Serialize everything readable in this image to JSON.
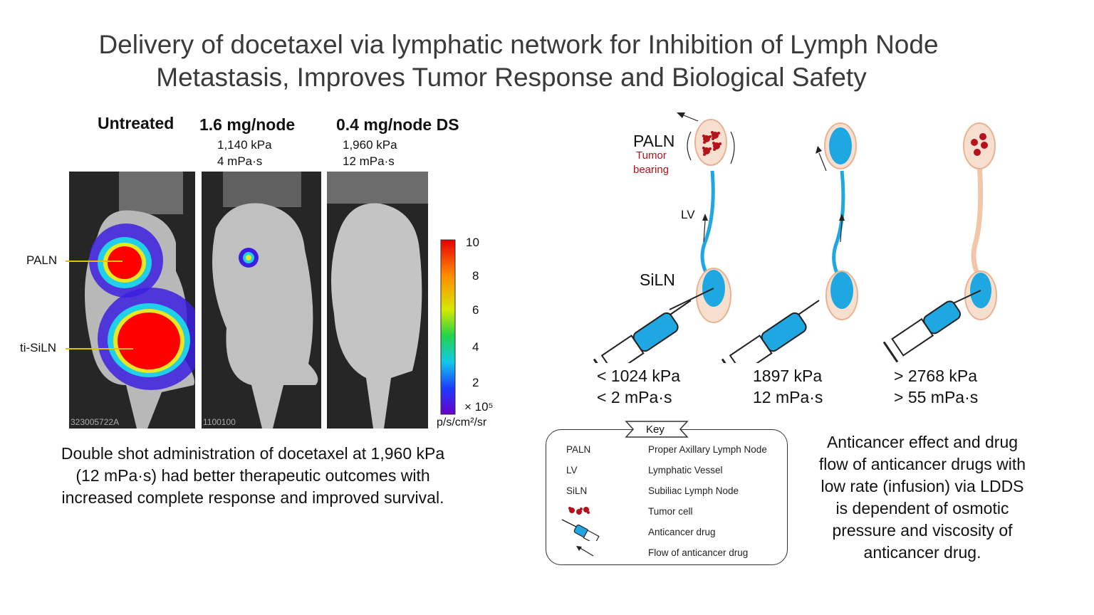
{
  "title": {
    "line1": "Delivery of docetaxel via lymphatic network for Inhibition of Lymph Node",
    "line2": "Metastasis, Improves Tumor Response and Biological Safety"
  },
  "panels": [
    {
      "heading": "Untreated",
      "line1": "",
      "line2": ""
    },
    {
      "heading": "1.6 mg/node",
      "line1": "1,140 kPa",
      "line2": "4 mPa·s"
    },
    {
      "heading": "0.4 mg/node DS",
      "line1": "1,960 kPa",
      "line2": "12 mPa·s"
    }
  ],
  "side_labels": {
    "paln": "PALN",
    "tisiln": "ti-SiLN"
  },
  "panel_ids": {
    "p1": "323005722A",
    "p2": "1100100"
  },
  "scale": {
    "ticks": [
      "10",
      "8",
      "6",
      "4",
      "2"
    ],
    "multiplier": "× 10⁵",
    "unit": "p/s/cm²/sr"
  },
  "left_caption": {
    "line1": "Double shot administration of docetaxel at 1,960 kPa",
    "line2": "(12 mPa·s) had better therapeutic outcomes with",
    "line3": "increased complete response and improved survival."
  },
  "diagram": {
    "paln": "PALN",
    "tumor_l1": "Tumor",
    "tumor_l2": "bearing",
    "lv": "LV",
    "siln": "SiLN",
    "conditions": [
      {
        "pressure": "< 1024 kPa",
        "viscosity": "< 2 mPa·s"
      },
      {
        "pressure": "1897 kPa",
        "viscosity": "12 mPa·s"
      },
      {
        "pressure": "> 2768 kPa",
        "viscosity": "> 55 mPa·s"
      }
    ],
    "colors": {
      "lymph": "#1ea7e1",
      "node_fill": "#f7dfd0",
      "node_border": "#e8b394",
      "tumor": "#b5121b",
      "vessel_off": "#f2c6a8"
    }
  },
  "key": {
    "title": "Key",
    "rows": [
      {
        "term": "PALN",
        "desc": "Proper Axillary Lymph Node",
        "icon": ""
      },
      {
        "term": "LV",
        "desc": "Lymphatic Vessel",
        "icon": ""
      },
      {
        "term": "SiLN",
        "desc": "Subiliac Lymph Node",
        "icon": ""
      },
      {
        "term": "",
        "desc": "Tumor cell",
        "icon": "tumor-cell-icon"
      },
      {
        "term": "",
        "desc": "Anticancer drug",
        "icon": "syringe-icon"
      },
      {
        "term": "",
        "desc": "Flow of anticancer drug",
        "icon": "arrow-icon"
      }
    ]
  },
  "right_caption": {
    "line1": "Anticancer effect and drug",
    "line2": "flow of anticancer drugs with",
    "line3": "low rate (infusion) via LDDS",
    "line4": "is dependent  of osmotic",
    "line5": "pressure and viscosity of",
    "line6": "anticancer drug."
  }
}
